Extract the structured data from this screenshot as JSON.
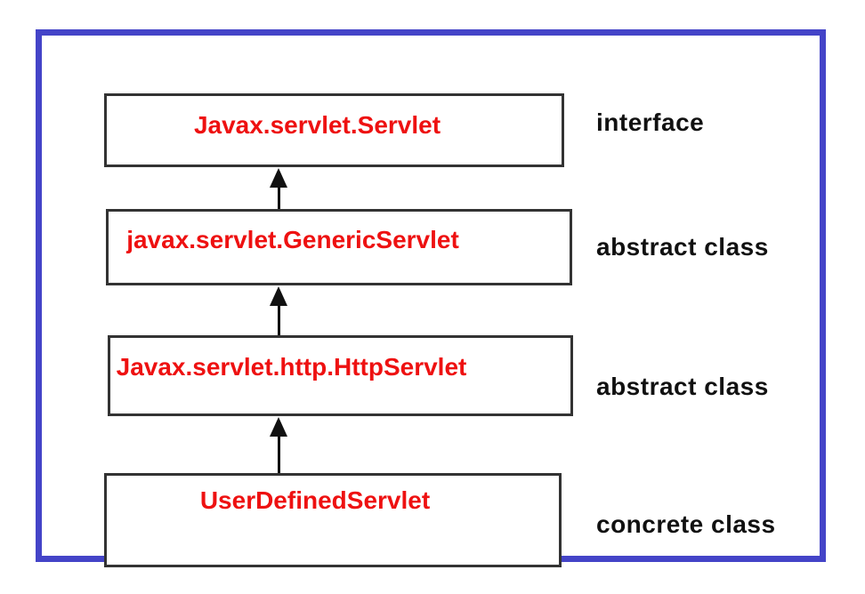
{
  "diagram": {
    "description": "Servlet class hierarchy",
    "nodes": [
      {
        "name": "Javax.servlet.Servlet",
        "type_label": "interface"
      },
      {
        "name": "javax.servlet.GenericServlet",
        "type_label": "abstract class"
      },
      {
        "name": "Javax.servlet.http.HttpServlet",
        "type_label": "abstract class"
      },
      {
        "name": "UserDefinedServlet",
        "type_label": "concrete class"
      }
    ],
    "edges": [
      {
        "from": 1,
        "to": 0,
        "direction": "up"
      },
      {
        "from": 2,
        "to": 1,
        "direction": "up"
      },
      {
        "from": 3,
        "to": 2,
        "direction": "up"
      }
    ],
    "colors": {
      "frame": "#4444C8",
      "node_text": "#EE1111",
      "label_text": "#111111",
      "box_border": "#333333",
      "arrow": "#111111"
    }
  }
}
